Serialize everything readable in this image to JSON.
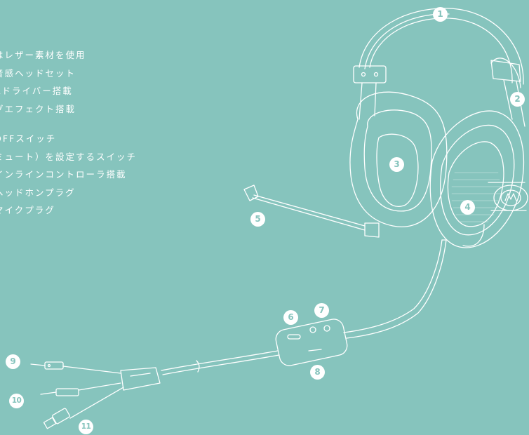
{
  "features": {
    "lines_a": [
      "はレザー素材を使用",
      "音感ヘッドセット",
      "Aドライバー搭載",
      "グエフェクト搭載"
    ],
    "lines_b": [
      "OFFスイッチ",
      "ミュート）を設定するスイッチ",
      "インラインコントローラ搭載",
      "ヘッドホンプラグ",
      "マイクプラグ"
    ]
  },
  "callouts": [
    "1",
    "2",
    "3",
    "4",
    "5",
    "6",
    "7",
    "8",
    "9",
    "10",
    "11"
  ],
  "colors": {
    "background": "#86c4bd",
    "line": "#ffffff",
    "badge_bg": "#ffffff",
    "badge_text": "#86c4bd"
  }
}
